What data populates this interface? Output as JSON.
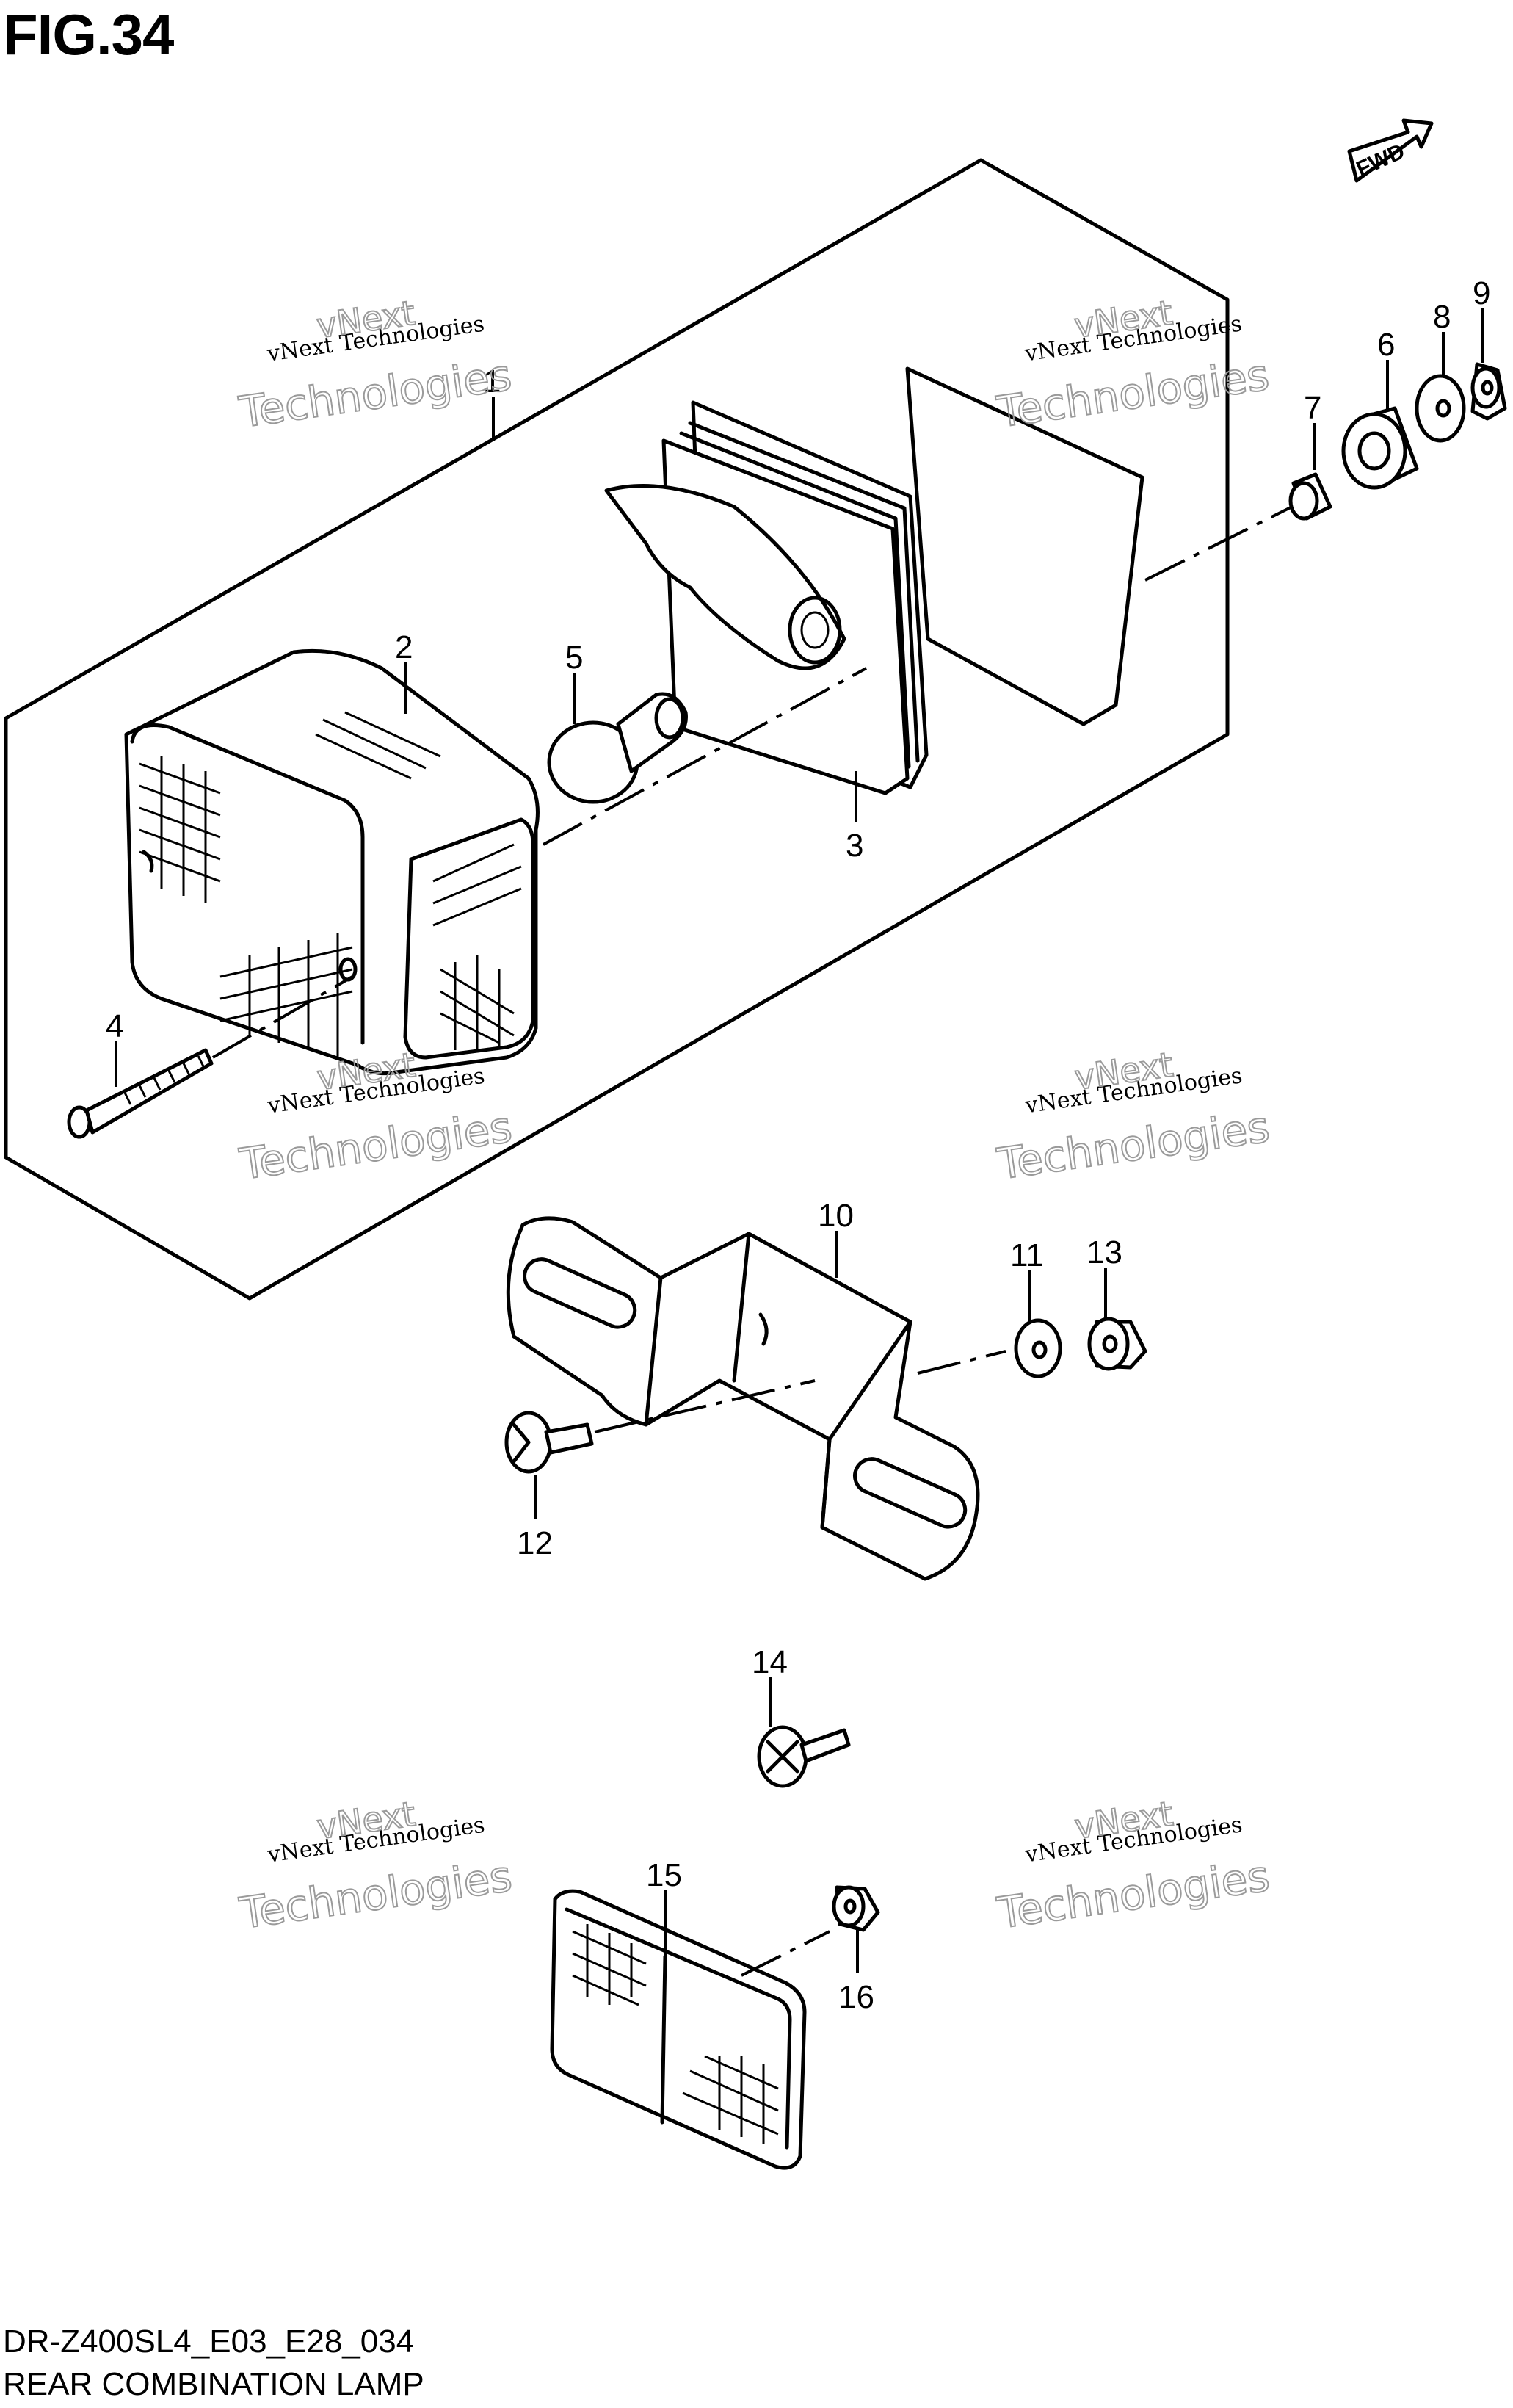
{
  "figure": {
    "title": "FIG.34",
    "model_code": "DR-Z400SL4_E03_E28_034",
    "caption": "REAR COMBINATION LAMP",
    "direction_badge": "FWD"
  },
  "watermark": {
    "line1": "vNext Technologies",
    "line2": "vNext",
    "line3": "Technologies"
  },
  "parts": [
    {
      "number": "1"
    },
    {
      "number": "2"
    },
    {
      "number": "3"
    },
    {
      "number": "4"
    },
    {
      "number": "5"
    },
    {
      "number": "6"
    },
    {
      "number": "7"
    },
    {
      "number": "8"
    },
    {
      "number": "9"
    },
    {
      "number": "10"
    },
    {
      "number": "11"
    },
    {
      "number": "12"
    },
    {
      "number": "13"
    },
    {
      "number": "14"
    },
    {
      "number": "15"
    },
    {
      "number": "16"
    }
  ]
}
